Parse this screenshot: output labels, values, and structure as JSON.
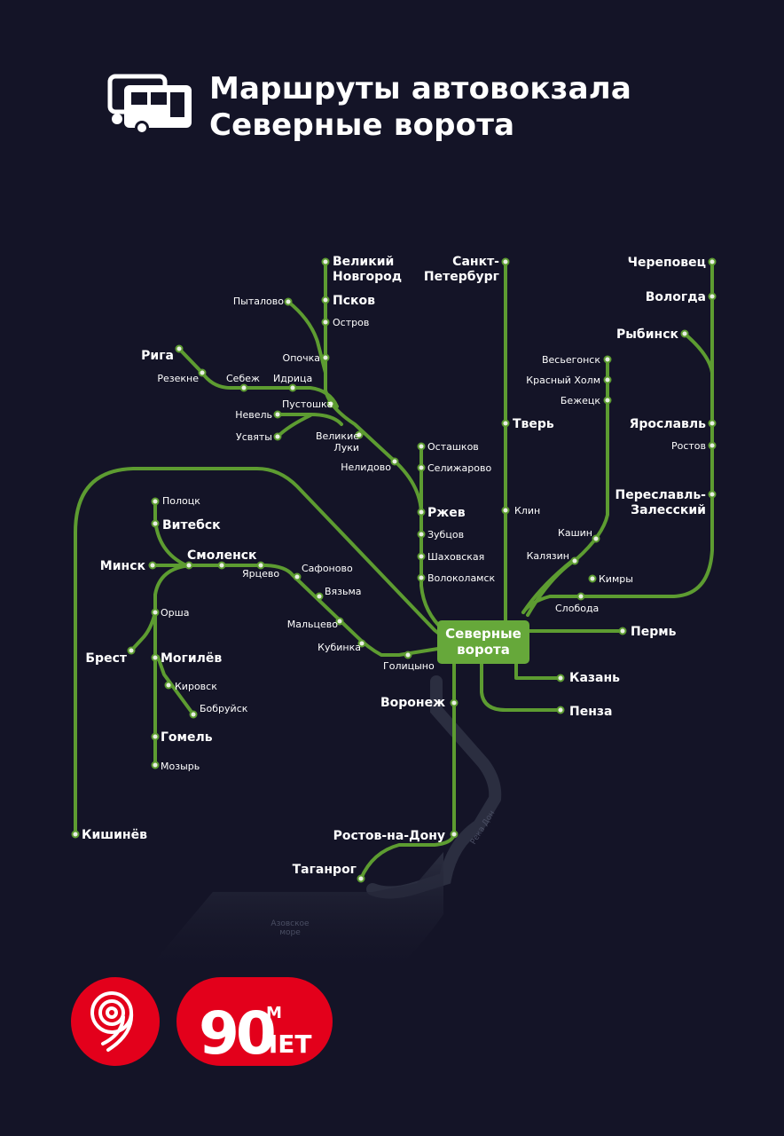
{
  "title": {
    "line1": "Маршруты автовокзала",
    "line2": "Северные ворота"
  },
  "hub": {
    "line1": "Северные",
    "line2": "ворота"
  },
  "colors": {
    "background": "#141427",
    "line": "#5d9c31",
    "hub": "#66a83a",
    "river": "#2b2e40",
    "logo_red": "#e3001b"
  },
  "destinations": {
    "chisinau": "Кишинёв",
    "minsk": "Минск",
    "brest": "Брест",
    "polotsk": "Полоцк",
    "vitebsk": "Витебск",
    "smolensk": "Смоленск",
    "orsha": "Орша",
    "mogilev": "Могилёв",
    "kirovsk": "Кировск",
    "bobruisk": "Бобруйск",
    "gomel": "Гомель",
    "mozyr": "Мозырь",
    "yartsevo": "Ярцево",
    "safonovo": "Сафоново",
    "vyazma": "Вязьма",
    "maltsevo": "Мальцево",
    "kubinka": "Кубинка",
    "golitsyno": "Голицыно",
    "riga": "Рига",
    "rezekne": "Резекне",
    "sebezh": "Себеж",
    "idritsa": "Идрица",
    "nevel": "Невель",
    "pustoshka": "Пустошка",
    "usvyaty": "Усвяты",
    "velikie_luki": "Великие\nЛуки",
    "nelidovo": "Нелидово",
    "velikiy_novgorod": "Великий\nНовгород",
    "pskov": "Псков",
    "pytalovo": "Пыталово",
    "ostrov": "Остров",
    "opochka": "Опочка",
    "ostashkov": "Осташков",
    "selizharovo": "Селижарово",
    "rzhev": "Ржев",
    "zubtsov": "Зубцов",
    "shakhovskaya": "Шаховская",
    "volokolamsk": "Волоколамск",
    "spb": "Санкт-\nПетербург",
    "tver": "Тверь",
    "klin": "Клин",
    "vesyegonsk": "Весьегонск",
    "krasny_kholm": "Красный Холм",
    "bezhetsk": "Бежецк",
    "kashin": "Кашин",
    "kalyazin": "Калязин",
    "kimry": "Кимры",
    "sloboda": "Слобода",
    "cherepovets": "Череповец",
    "vologda": "Вологда",
    "rybinsk": "Рыбинск",
    "yaroslavl": "Ярославль",
    "rostov": "Ростов",
    "pereslavl": "Переславль-\nЗалесский",
    "perm": "Пермь",
    "kazan": "Казань",
    "penza": "Пенза",
    "voronezh": "Воронеж",
    "rostov_on_don": "Ростов-на-Дону",
    "taganrog": "Таганрог"
  },
  "geo": {
    "river": "Река Дон",
    "sea": "Азовское\nморе"
  },
  "logos": {
    "anniversary_number": "90",
    "anniversary_m": "М",
    "anniversary_years": "ЛЕТ"
  },
  "icons": {
    "title_icon": "bus-icon",
    "logo_left": "metro-9-logo",
    "logo_right": "anniversary-90-logo"
  }
}
